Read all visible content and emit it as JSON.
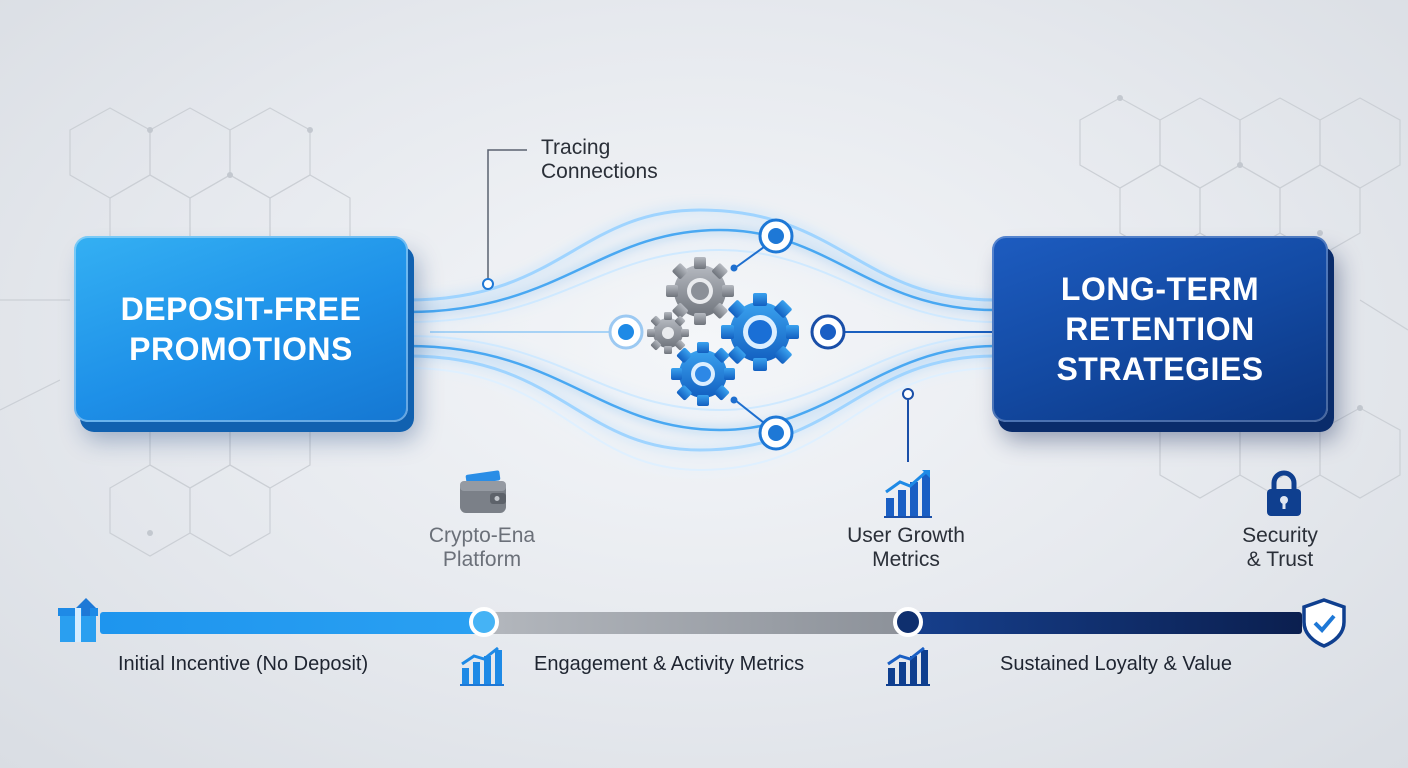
{
  "left_box": {
    "title": "DEPOSIT-FREE\nPROMOTIONS"
  },
  "right_box": {
    "title": "LONG-TERM\nRETENTION\nSTRATEGIES"
  },
  "callout": {
    "label": "Tracing\nConnections"
  },
  "upper_labels": {
    "platform": "Crypto-Ena\nPlatform",
    "growth": "User Growth\nMetrics",
    "security": "Security\n& Trust"
  },
  "timeline": {
    "stage1": "Initial Incentive (No Deposit)",
    "stage2": "Engagement & Activity Metrics",
    "stage3": "Sustained Loyalty & Value"
  },
  "icons": {
    "gift": "gift-icon",
    "wallet": "wallet-icon",
    "growth_chart": "bar-chart-icon",
    "lock": "lock-icon",
    "shield": "shield-check-icon",
    "gears": "gears-icon"
  },
  "colors": {
    "light_blue": "#1e90e8",
    "dark_blue": "#0f3f8f",
    "gray_segment": "#9aa0a8",
    "accent": "#4fb8ff"
  }
}
